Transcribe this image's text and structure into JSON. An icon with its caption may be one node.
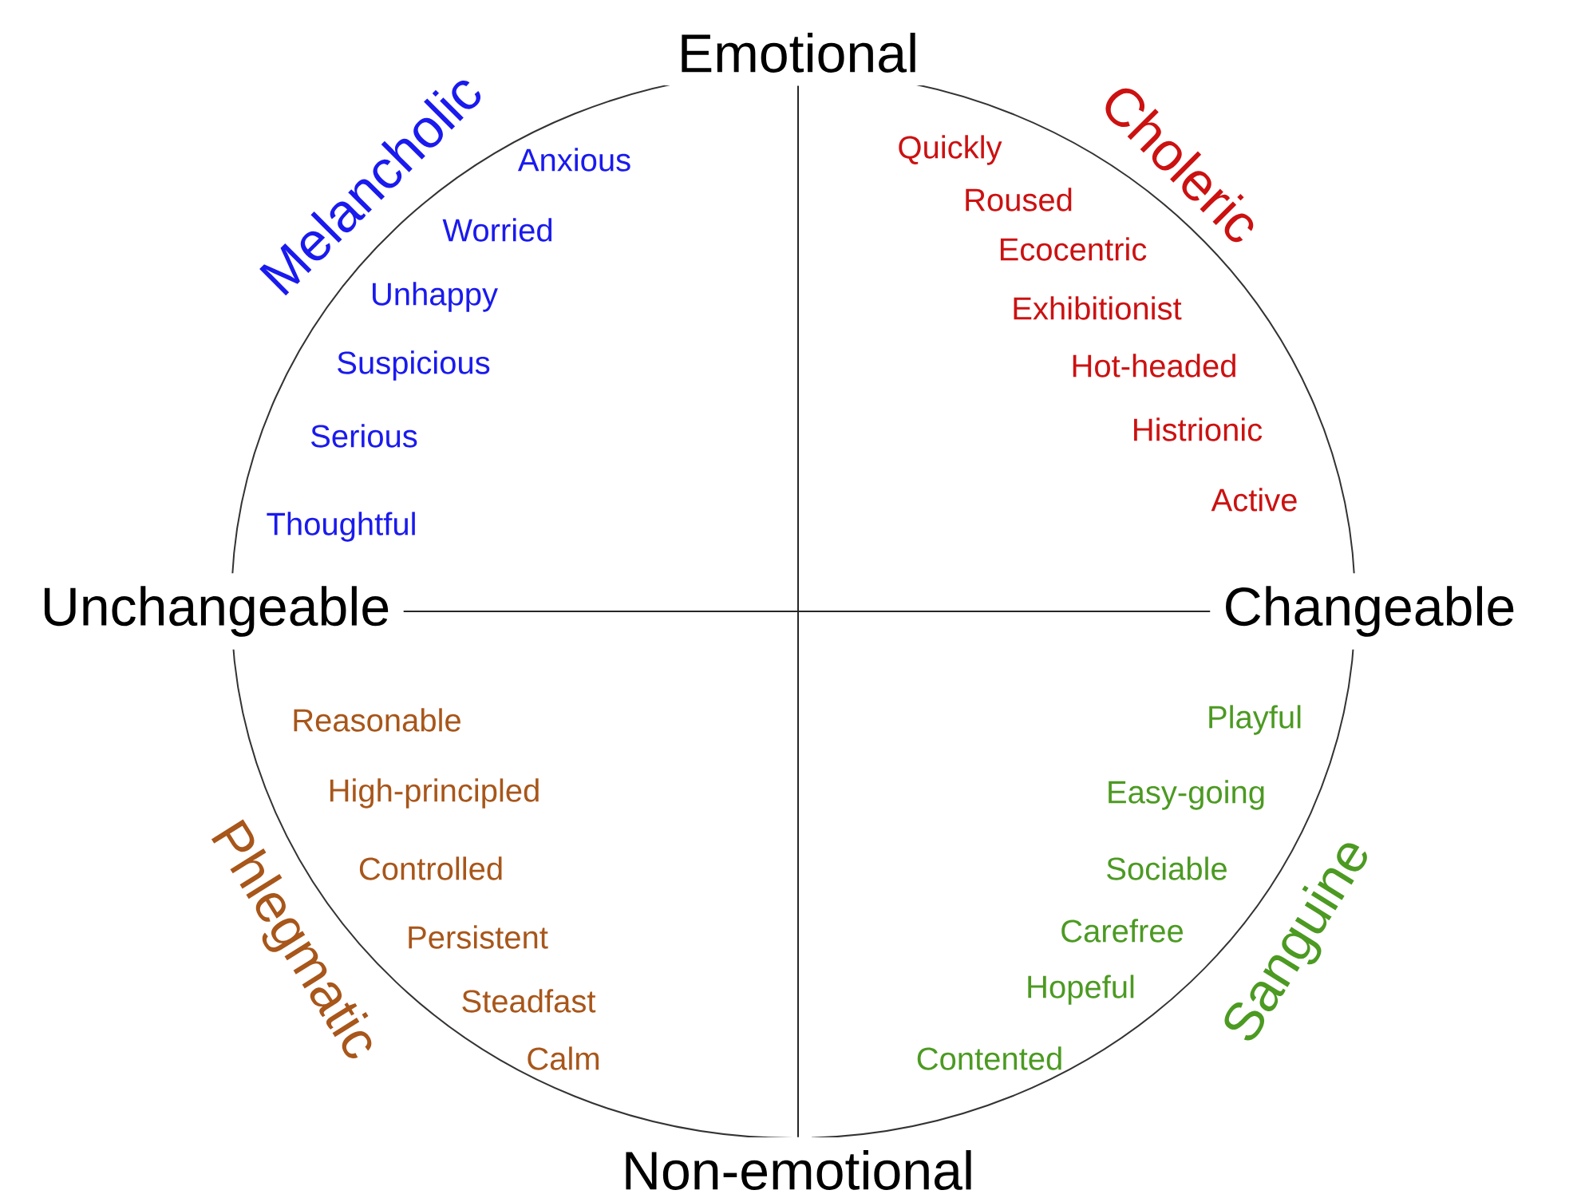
{
  "diagram": {
    "nodes": [
      {
        "text": [
          "Emotional"
        ]
      },
      {
        "text": [
          "Non-emotional"
        ]
      },
      {
        "text": [
          "Unchangeable"
        ]
      },
      {
        "text": [
          "Changeable"
        ]
      }
    ],
    "edges": [
      {
        "from": 0,
        "to": 1,
        "arrow": "none"
      },
      {
        "from": 2,
        "to": 3,
        "arrow": "none"
      }
    ],
    "labels": [
      "Melancholic",
      "Anxious",
      "Worried",
      "Unhappy",
      "Suspicious",
      "Serious",
      "Thoughtful",
      "Choleric",
      "Quickly",
      "Roused",
      "Ecocentric",
      "Exhibitionist",
      "Hot-headed",
      "Histrionic",
      "Active",
      "Phlegmatic",
      "Reasonable",
      "High-principled",
      "Controlled",
      "Persistent",
      "Steadfast",
      "Calm",
      "Sanguine",
      "Playful",
      "Easy-going",
      "Sociable",
      "Carefree",
      "Hopeful",
      "Contented"
    ]
  }
}
